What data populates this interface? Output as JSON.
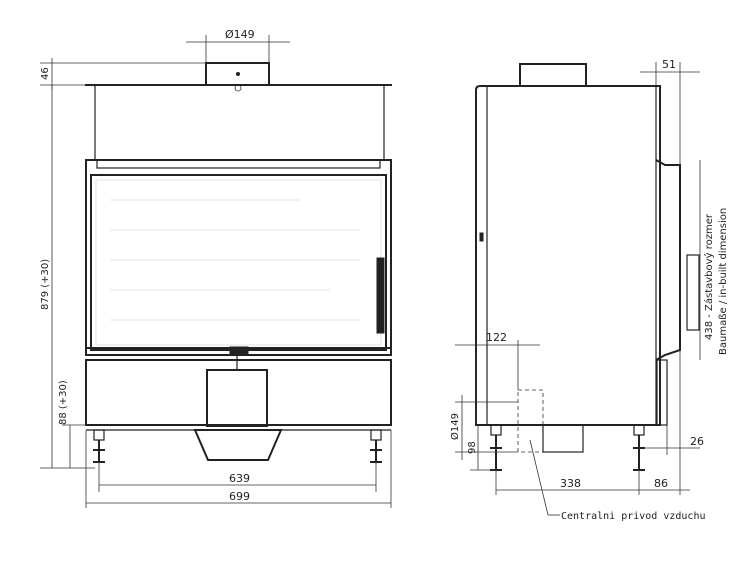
{
  "dimensions": {
    "chimney_diameter": "Ø149",
    "chimney_height": "46",
    "total_height": "879 (+30)",
    "leg_height": "88 (+30)",
    "inner_width": "639",
    "total_width": "699",
    "side_top_offset": "51",
    "inlet_offset": "122",
    "inlet_diameter": "Ø149",
    "inlet_height": "98",
    "side_depth": "338",
    "side_rear": "86",
    "side_foot": "26",
    "built_in_dimension": "438 - Zástavbový rozmer",
    "built_in_dimension_de": "Baumaße / in-built dimension"
  },
  "notes": {
    "air_supply": "Centralni privod vzduchu"
  }
}
